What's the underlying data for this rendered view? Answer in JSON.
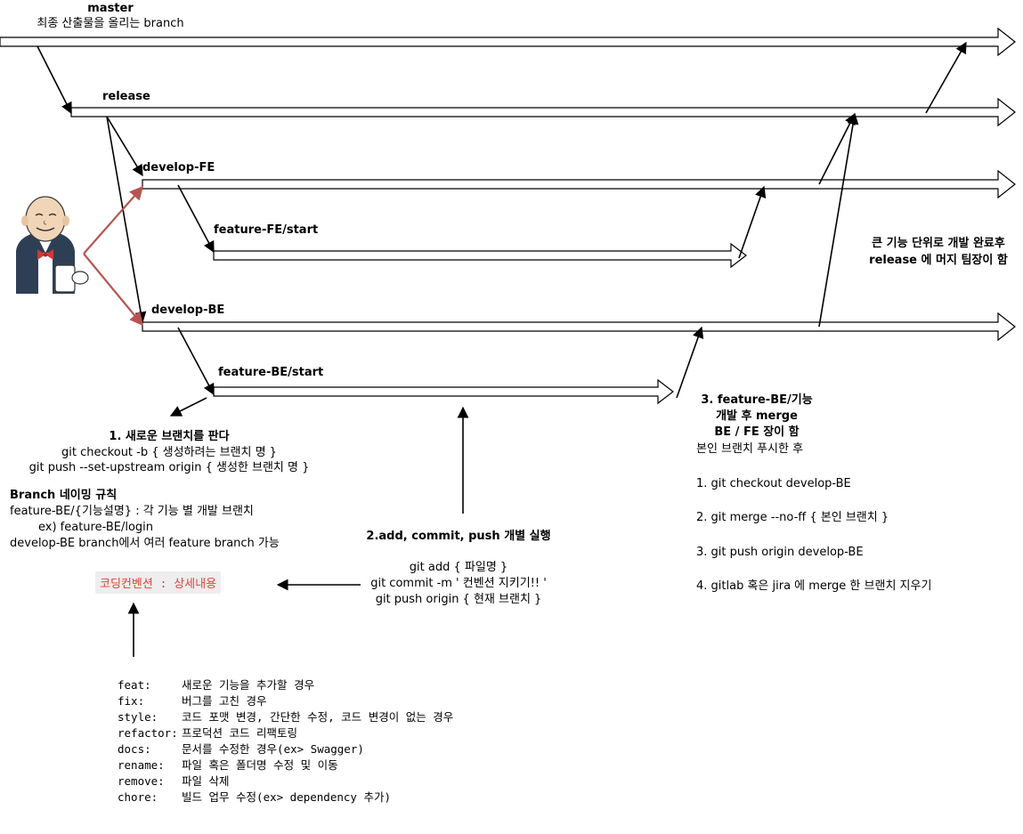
{
  "branches": {
    "master": "master",
    "master_desc": "최종 산출물을 올리는 branch",
    "release": "release",
    "develop_fe": "develop-FE",
    "feature_fe": "feature-FE/start",
    "develop_be": "develop-BE",
    "feature_be": "feature-BE/start"
  },
  "release_note": {
    "line1": "큰 기능 단위로 개발 완료후",
    "line2": "release 에 머지 팀장이 함"
  },
  "step1": {
    "title": "1. 새로운 브랜치를 판다",
    "cmd1": "git checkout -b { 생성하려는 브랜치 명 }",
    "cmd2": "git push --set-upstream origin { 생성한 브랜치 명 }"
  },
  "naming": {
    "title": "Branch 네이밍 규칙",
    "line1": "feature-BE/{기능설명} : 각 기능 별 개발 브랜치",
    "line2": "ex) feature-BE/login",
    "line3": "develop-BE branch에서 여러 feature branch 가능"
  },
  "convention": {
    "badge": "코딩컨벤션 : 상세내용",
    "rows": [
      {
        "key": "feat:",
        "desc": "새로운 기능을 추가할 경우"
      },
      {
        "key": "fix:",
        "desc": "버그를 고친 경우"
      },
      {
        "key": "style:",
        "desc": "코드 포맷 변경, 간단한 수정, 코드 변경이 없는 경우"
      },
      {
        "key": "refactor:",
        "desc": "프로덕션 코드 리팩토링"
      },
      {
        "key": "docs:",
        "desc": "문서를 수정한 경우(ex> Swagger)"
      },
      {
        "key": "rename:",
        "desc": "파일 혹은 폴더명 수정 및 이동"
      },
      {
        "key": "remove:",
        "desc": "파일 삭제"
      },
      {
        "key": "chore:",
        "desc": "빌드 업무 수정(ex> dependency 추가)"
      }
    ]
  },
  "step2": {
    "title": "2.add, commit, push 개별 실행",
    "cmd1": "git add { 파일명 }",
    "cmd2": "git commit -m ' 컨벤션 지키기!! '",
    "cmd3": "git push origin { 현재 브랜치 }"
  },
  "step3": {
    "title1": "3. feature-BE/기능",
    "title2": "개발 후 merge",
    "title3": "BE / FE 장이 함",
    "sub": "본인 브랜치 푸시한 후",
    "s1": "1. git checkout develop-BE",
    "s2": "2. git merge --no-ff { 본인 브랜치 }",
    "s3": "3. git push origin develop-BE",
    "s4": "4. gitlab 혹은 jira 에 merge 한 브랜치 지우기"
  },
  "colors": {
    "red_arrow": "#b85450",
    "badge_text": "#e8403a",
    "badge_bg": "#eeeeee"
  },
  "icons": {
    "jenkins": "jenkins-butler-icon"
  }
}
